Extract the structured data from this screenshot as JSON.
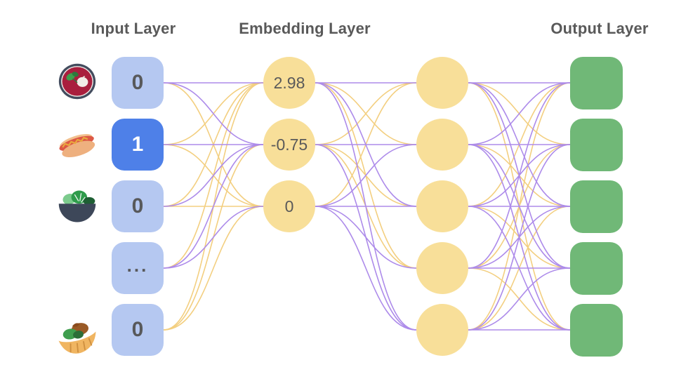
{
  "diagram": {
    "titles": {
      "input": "Input Layer",
      "embedding": "Embedding Layer",
      "output": "Output Layer"
    },
    "input_layer": {
      "nodes": [
        {
          "icon": "borscht-icon",
          "value": "0",
          "selected": false
        },
        {
          "icon": "hot-dog-icon",
          "value": "1",
          "selected": true
        },
        {
          "icon": "salad-icon",
          "value": "0",
          "selected": false
        },
        {
          "icon": "none",
          "value": "...",
          "selected": false
        },
        {
          "icon": "pita-icon",
          "value": "0",
          "selected": false
        }
      ]
    },
    "embedding_layer": {
      "nodes": [
        {
          "value": "2.98"
        },
        {
          "value": "-0.75"
        },
        {
          "value": "0"
        }
      ]
    },
    "hidden_layer": {
      "node_count": 5
    },
    "output_layer": {
      "node_count": 5
    },
    "colors": {
      "input_node": "#b5c8f1",
      "input_node_selected": "#4e80e8",
      "embedding_node": "#f8df99",
      "output_node": "#70b877",
      "edge_purple": "#ad8bea",
      "edge_gold": "#f3cf80",
      "text_gray": "#595959"
    }
  }
}
